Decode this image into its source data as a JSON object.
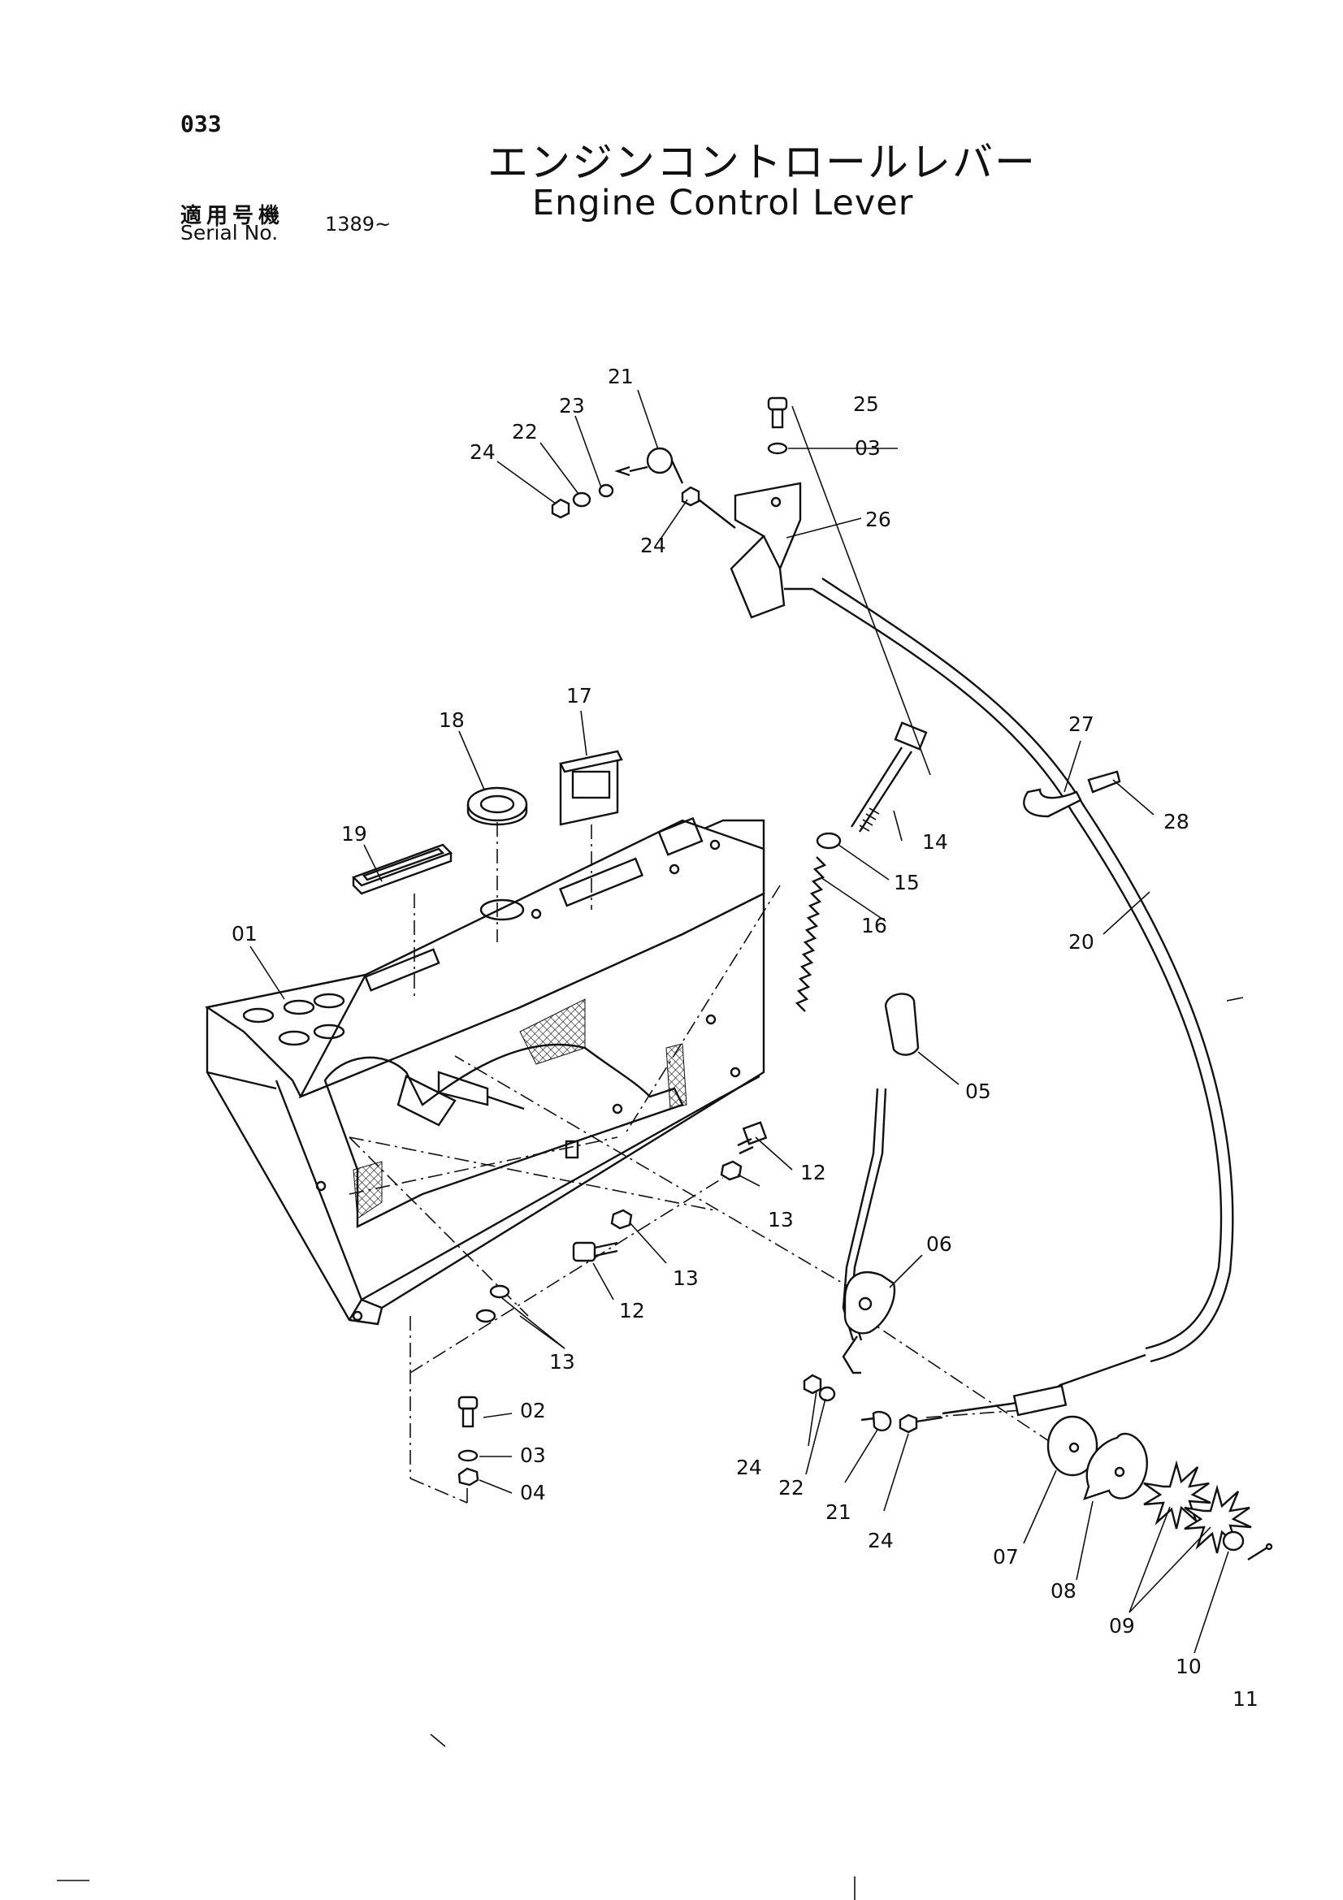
{
  "header": {
    "page_number": "033",
    "title_ja": "エンジンコントロールレバー",
    "title_en": "Engine Control Lever",
    "serial_label_ja": "適用号機",
    "serial_label_en": "Serial No.",
    "serial_value": "1389~"
  },
  "callouts": [
    {
      "id": "c01",
      "text": "01"
    },
    {
      "id": "c02",
      "text": "02"
    },
    {
      "id": "c03a",
      "text": "03"
    },
    {
      "id": "c03b",
      "text": "03"
    },
    {
      "id": "c04",
      "text": "04"
    },
    {
      "id": "c05",
      "text": "05"
    },
    {
      "id": "c06",
      "text": "06"
    },
    {
      "id": "c07",
      "text": "07"
    },
    {
      "id": "c08",
      "text": "08"
    },
    {
      "id": "c09",
      "text": "09"
    },
    {
      "id": "c10",
      "text": "10"
    },
    {
      "id": "c11",
      "text": "11"
    },
    {
      "id": "c12a",
      "text": "12"
    },
    {
      "id": "c12b",
      "text": "12"
    },
    {
      "id": "c13a",
      "text": "13"
    },
    {
      "id": "c13b",
      "text": "13"
    },
    {
      "id": "c13c",
      "text": "13"
    },
    {
      "id": "c14",
      "text": "14"
    },
    {
      "id": "c15",
      "text": "15"
    },
    {
      "id": "c16",
      "text": "16"
    },
    {
      "id": "c17",
      "text": "17"
    },
    {
      "id": "c18",
      "text": "18"
    },
    {
      "id": "c19",
      "text": "19"
    },
    {
      "id": "c20",
      "text": "20"
    },
    {
      "id": "c21a",
      "text": "21"
    },
    {
      "id": "c21b",
      "text": "21"
    },
    {
      "id": "c22a",
      "text": "22"
    },
    {
      "id": "c22b",
      "text": "22"
    },
    {
      "id": "c23",
      "text": "23"
    },
    {
      "id": "c24a",
      "text": "24"
    },
    {
      "id": "c24b",
      "text": "24"
    },
    {
      "id": "c24c",
      "text": "24"
    },
    {
      "id": "c24d",
      "text": "24"
    },
    {
      "id": "c25",
      "text": "25"
    },
    {
      "id": "c26",
      "text": "26"
    },
    {
      "id": "c27",
      "text": "27"
    },
    {
      "id": "c28",
      "text": "28"
    }
  ]
}
